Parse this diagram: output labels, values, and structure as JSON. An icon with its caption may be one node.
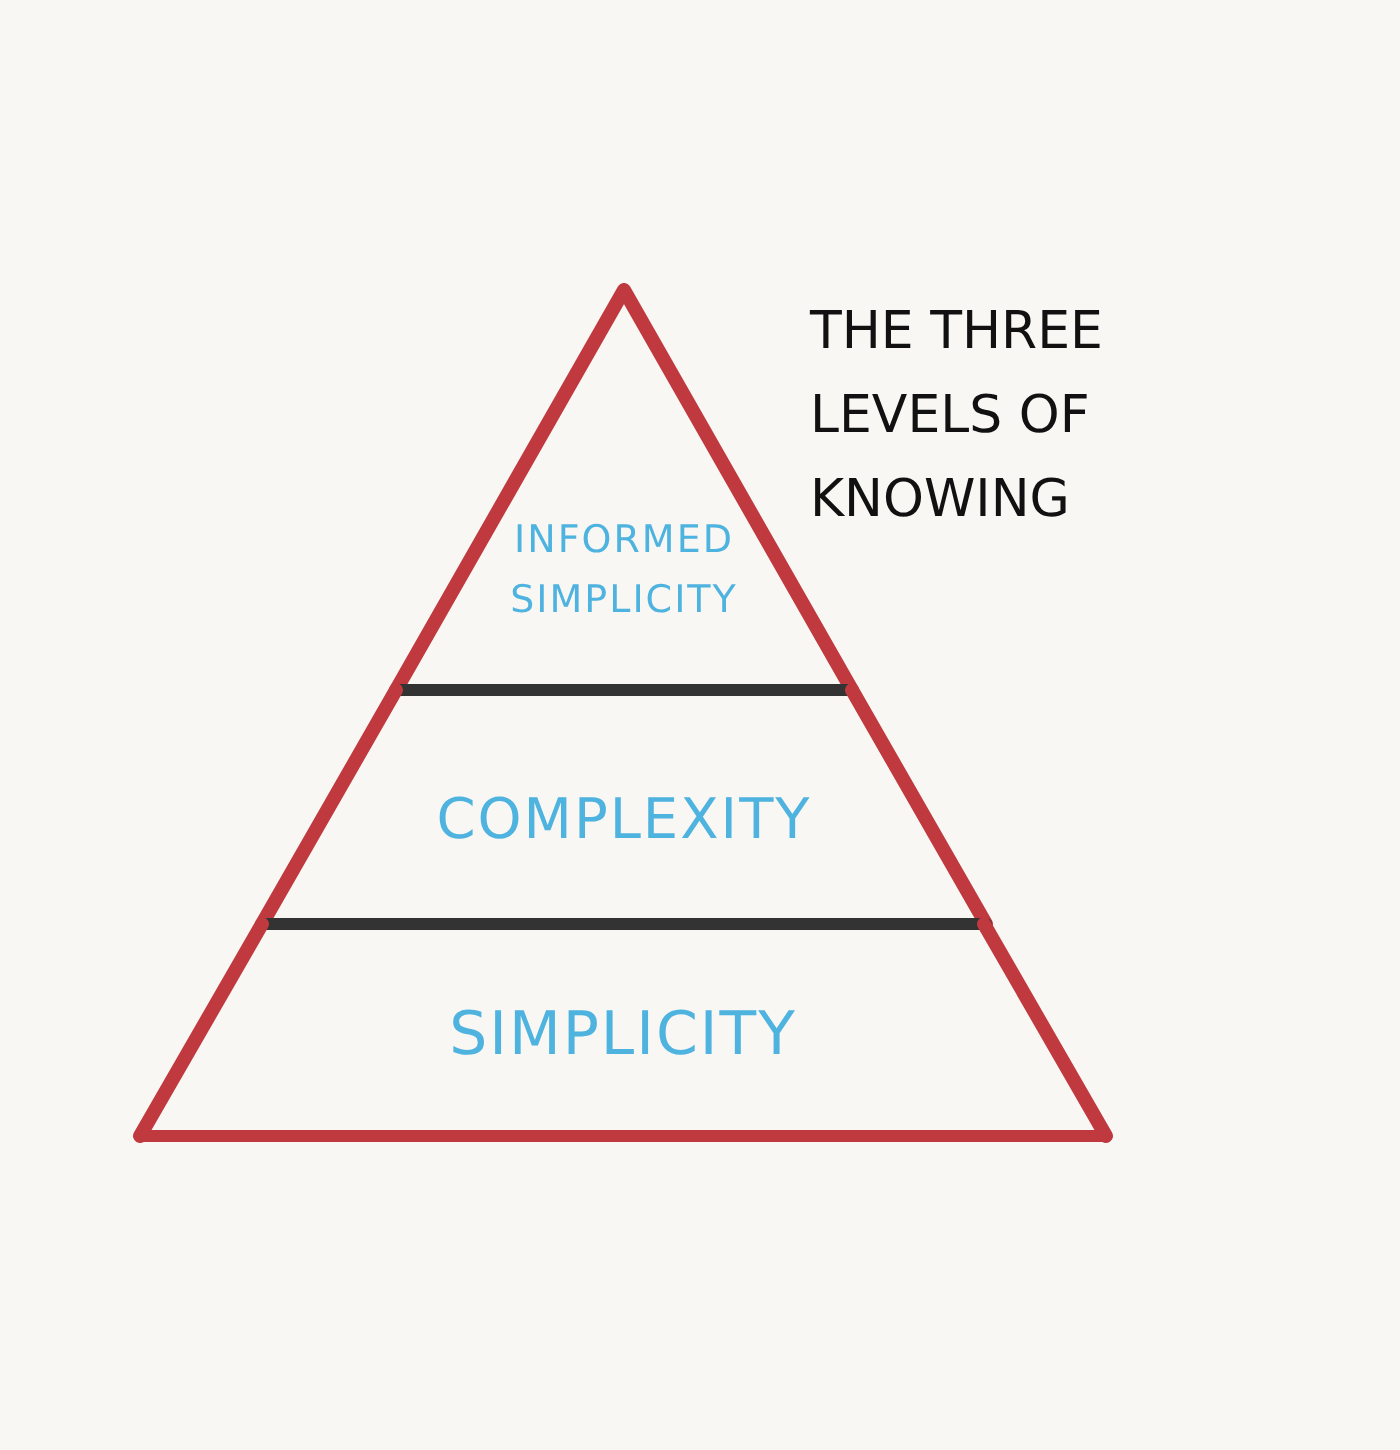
{
  "diagram": {
    "title": "THE THREE LEVELS OF KNOWING",
    "nodes": [
      {
        "text": [
          "INFORMED SIMPLICITY"
        ]
      },
      {
        "text": [
          "COMPLEXITY"
        ]
      },
      {
        "text": [
          "SIMPLICITY"
        ]
      }
    ],
    "edges": []
  }
}
